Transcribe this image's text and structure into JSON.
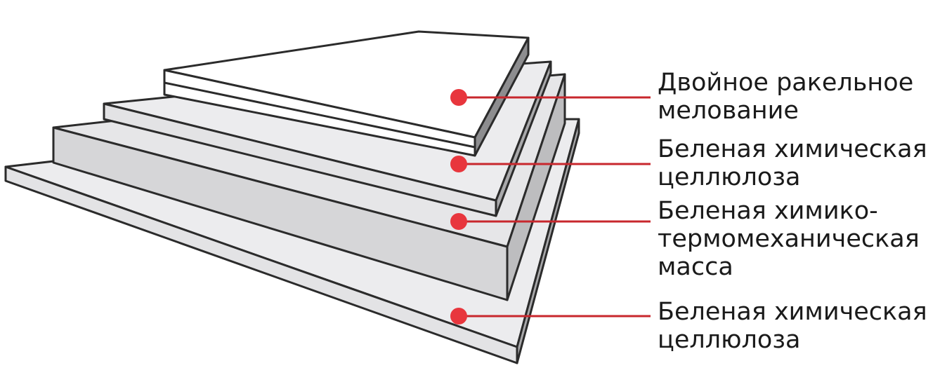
{
  "layers": [
    {
      "label": "Двойное ракельное\nмелование"
    },
    {
      "label": "Беленая химическая\nцеллюлоза"
    },
    {
      "label": "Беленая химико-\nтермомеханическая\nмасса"
    },
    {
      "label": "Беленая химическая\nцеллюлоза"
    }
  ],
  "colors": {
    "leader": "#c8272d",
    "dot": "#e8363d",
    "outline": "#2b2b2b"
  }
}
